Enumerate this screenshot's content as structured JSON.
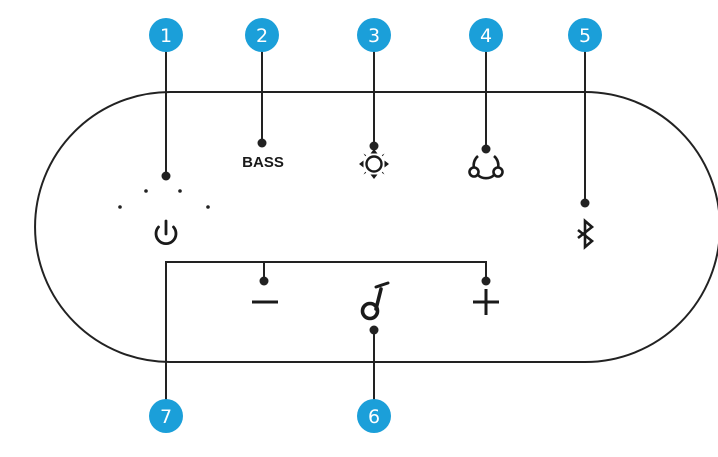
{
  "colors": {
    "badge": "#1b9fd9",
    "line": "#222222",
    "outline": "#222222",
    "icon": "#1a1a1a"
  },
  "labels": {
    "bass": "BASS",
    "anker_symbol": "ɗ"
  },
  "callouts": [
    {
      "number": "1",
      "target": "power-button"
    },
    {
      "number": "2",
      "target": "bass-button"
    },
    {
      "number": "3",
      "target": "light-button"
    },
    {
      "number": "4",
      "target": "party-mode-button"
    },
    {
      "number": "5",
      "target": "bluetooth-button"
    },
    {
      "number": "6",
      "target": "play-pause-button"
    },
    {
      "number": "7",
      "target": "volume-buttons"
    }
  ]
}
